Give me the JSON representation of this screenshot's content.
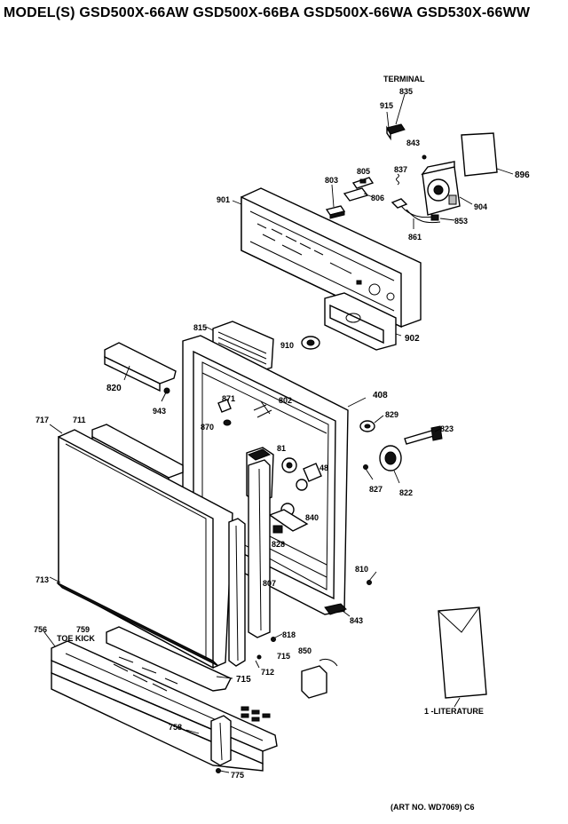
{
  "title": "MODEL(S) GSD500X-66AW  GSD500X-66BA  GSD500X-66WA  GSD530X-66WW",
  "labels": {
    "terminal": "TERMINAL",
    "p835": "835",
    "p915": "915",
    "p843_top": "843",
    "p896": "896",
    "p805": "805",
    "p837": "837",
    "p803": "803",
    "p806": "806",
    "p901": "901",
    "p904": "904",
    "p853": "853",
    "p861": "861",
    "p902": "902",
    "p815": "815",
    "p910": "910",
    "p820": "820",
    "p943": "943",
    "p408": "408",
    "p717": "717",
    "p711": "711",
    "p871": "871",
    "p802": "802",
    "p870": "870",
    "p829": "829",
    "p823": "823",
    "p81": "81",
    "p48": "48",
    "p827": "827",
    "p822": "822",
    "p840": "840",
    "p828": "828",
    "p810": "810",
    "p713": "713",
    "p807": "807",
    "p843_bottom": "843",
    "p756": "756",
    "p759": "759",
    "toe_kick": "TOE KICK",
    "p818": "818",
    "p850": "850",
    "p715_small": "715",
    "p712": "712",
    "p715": "715",
    "literature": "1 -LITERATURE",
    "p758": "758",
    "p775": "775"
  },
  "art_number": "(ART NO. WD7069) C6"
}
